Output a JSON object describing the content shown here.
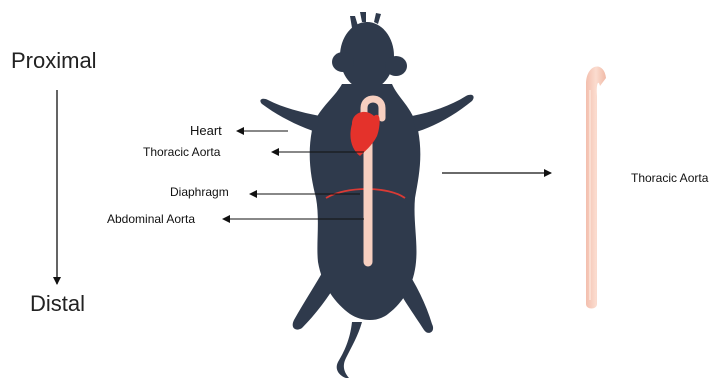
{
  "axis": {
    "top_label": "Proximal",
    "bottom_label": "Distal"
  },
  "labels": {
    "heart": "Heart",
    "thoracic_aorta": "Thoracic Aorta",
    "diaphragm": "Diaphragm",
    "abdominal_aorta": "Abdominal Aorta"
  },
  "excised": {
    "label": "Thoracic Aorta"
  },
  "colors": {
    "mouse_body": "#2f3a4c",
    "heart": "#e4322b",
    "aorta": "#f7cfc0",
    "diaphragm": "#d93a35",
    "arrow": "#111111",
    "text": "#111111"
  }
}
